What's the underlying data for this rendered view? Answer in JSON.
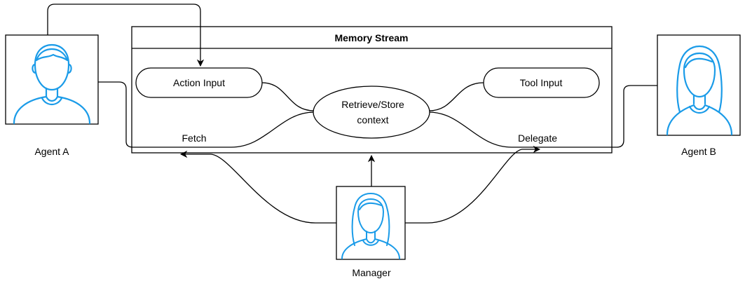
{
  "memory_stream": {
    "title": "Memory Stream"
  },
  "nodes": {
    "action_input": "Action Input",
    "tool_input": "Tool Input",
    "retrieve_line1": "Retrieve/Store",
    "retrieve_line2": "context"
  },
  "edges": {
    "fetch": "Fetch",
    "delegate": "Delegate"
  },
  "actors": {
    "agent_a": "Agent A",
    "agent_b": "Agent B",
    "manager": "Manager"
  },
  "colors": {
    "icon": "#1a9be8",
    "line": "#000000",
    "border": "#000000"
  },
  "icons": {
    "agent_a": "person-male-icon",
    "agent_b": "person-female-icon",
    "manager": "person-female-icon"
  }
}
